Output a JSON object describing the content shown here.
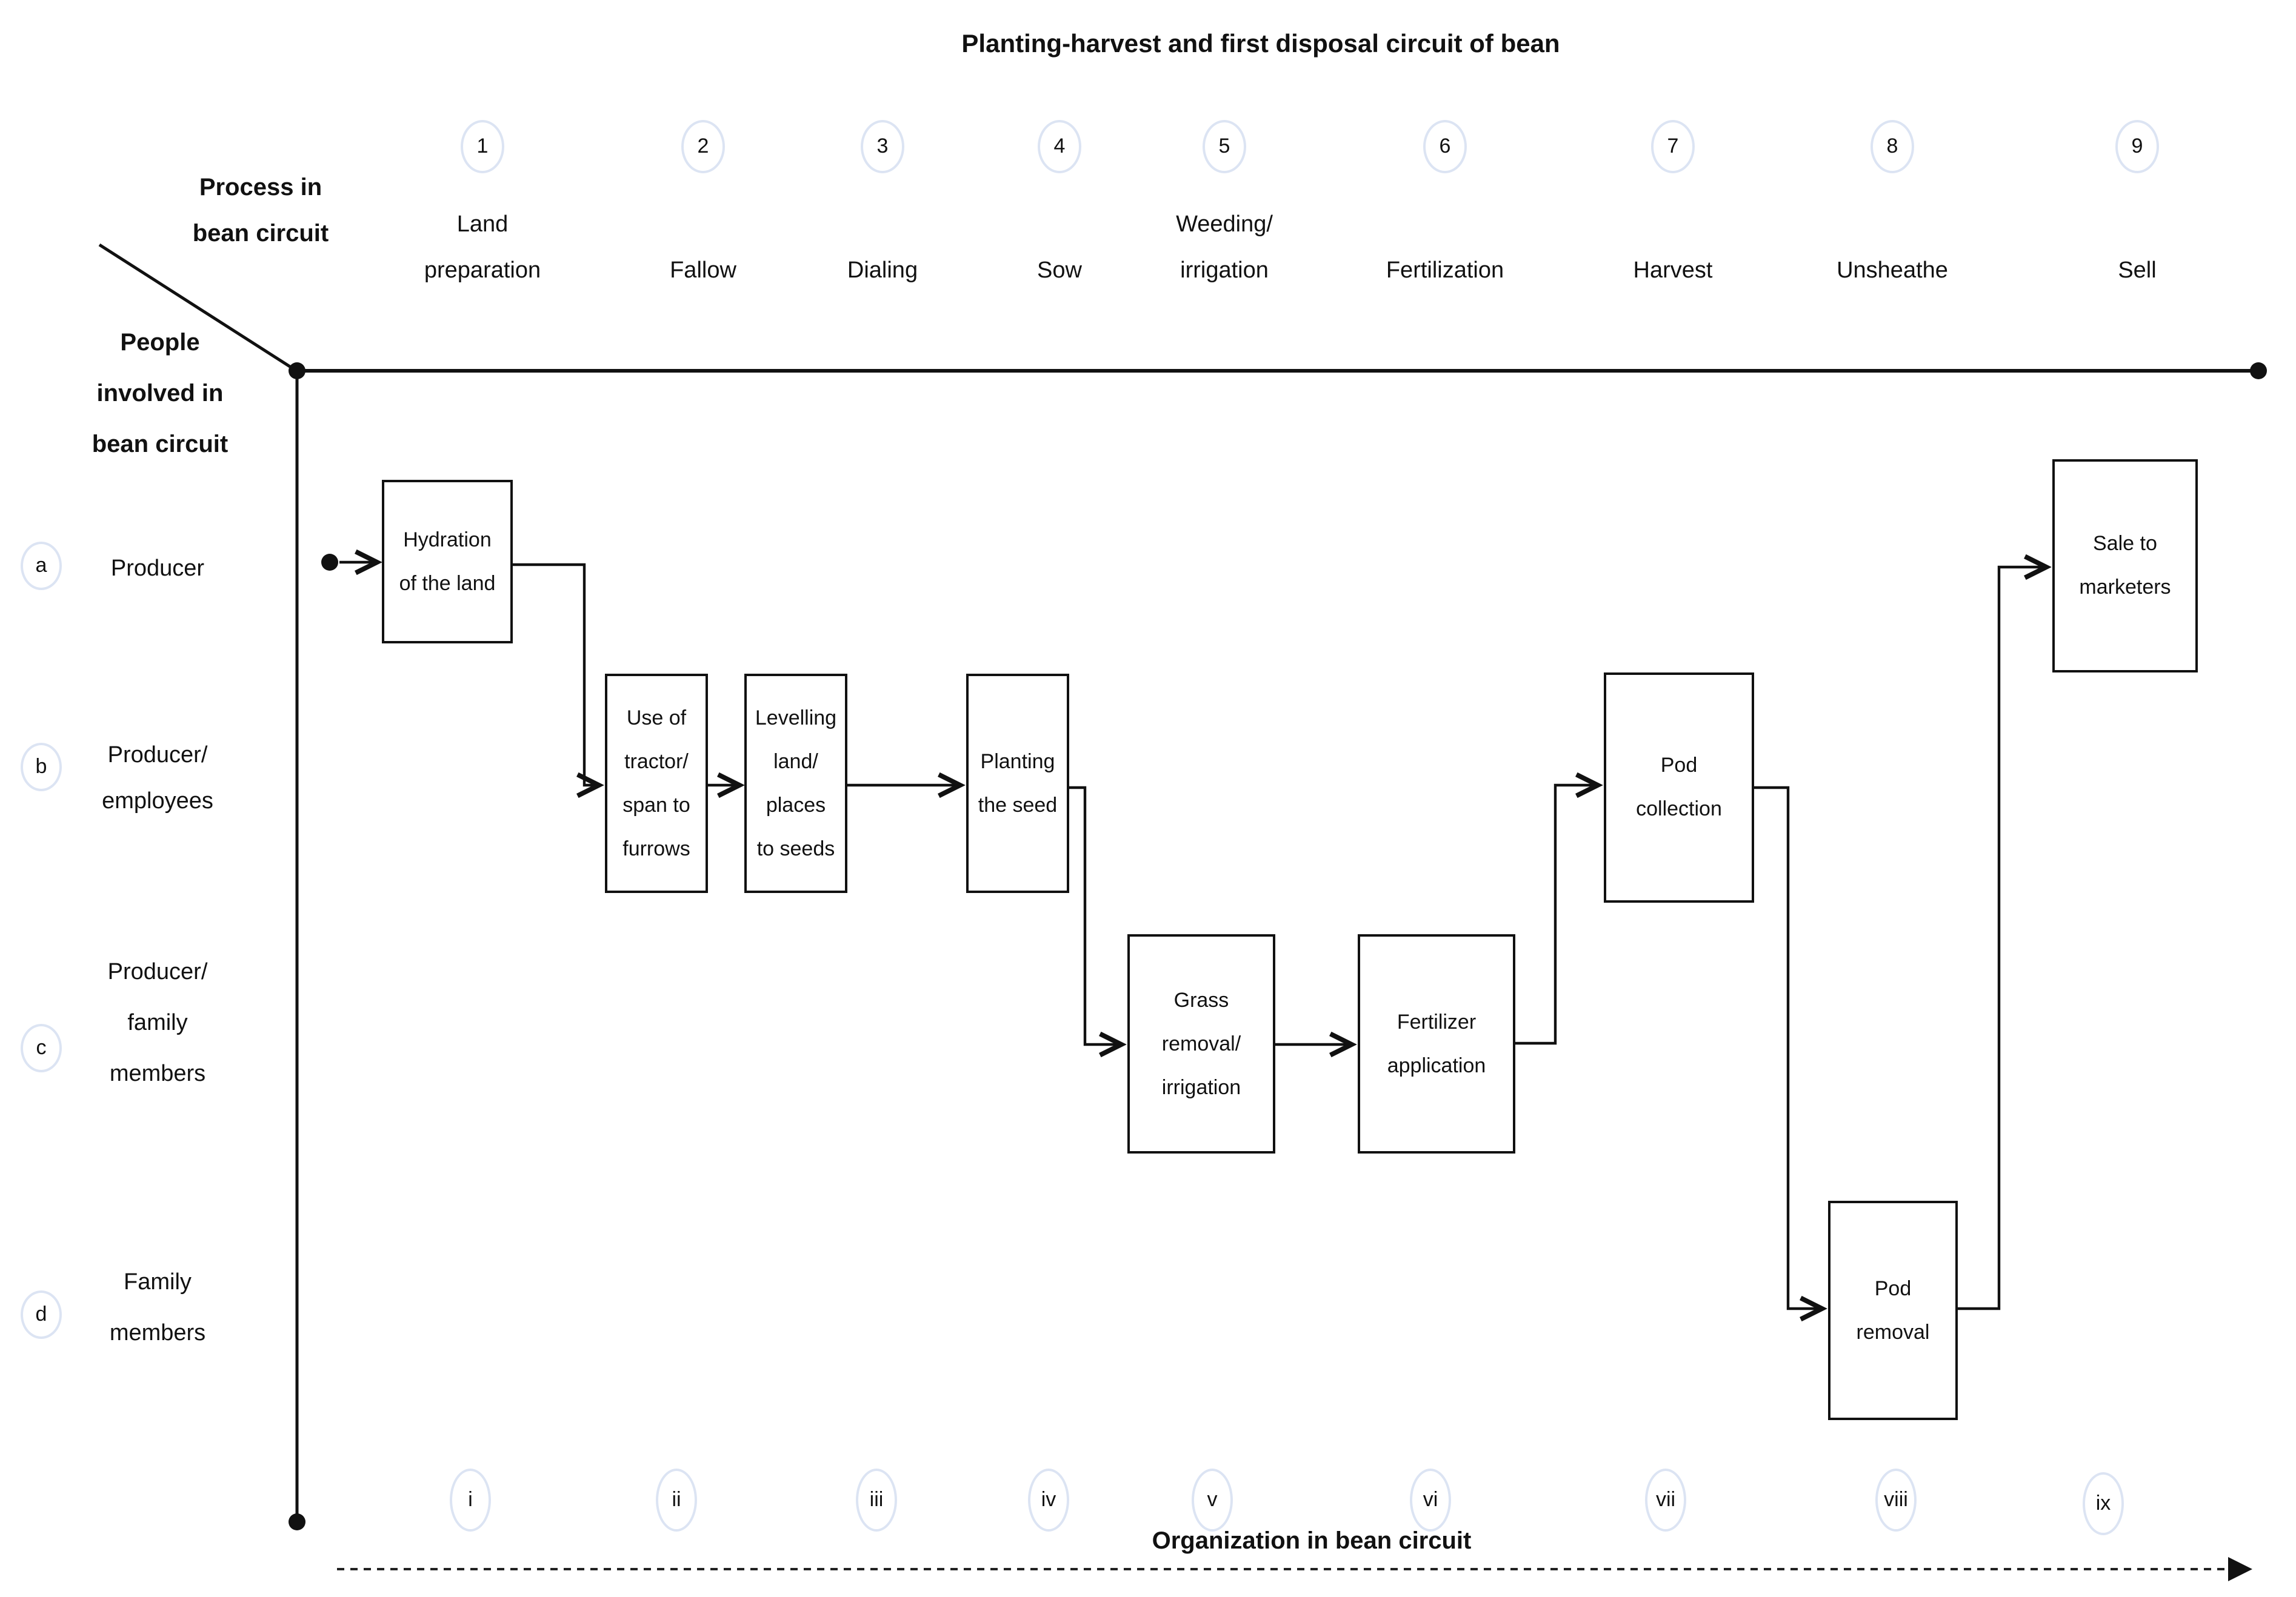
{
  "title": "Planting-harvest and first disposal circuit of bean",
  "axis_labels": {
    "process": "Process in\nbean circuit",
    "people": "People\ninvolved in\nbean circuit",
    "organization": "Organization in bean circuit"
  },
  "process_steps": [
    {
      "number": "1",
      "label": "Land\npreparation"
    },
    {
      "number": "2",
      "label": "Fallow"
    },
    {
      "number": "3",
      "label": "Dialing"
    },
    {
      "number": "4",
      "label": "Sow"
    },
    {
      "number": "5",
      "label": "Weeding/\nirrigation"
    },
    {
      "number": "6",
      "label": "Fertilization"
    },
    {
      "number": "7",
      "label": "Harvest"
    },
    {
      "number": "8",
      "label": "Unsheathe"
    },
    {
      "number": "9",
      "label": "Sell"
    }
  ],
  "people_rows": [
    {
      "letter": "a",
      "label": "Producer"
    },
    {
      "letter": "b",
      "label": "Producer/\nemployees"
    },
    {
      "letter": "c",
      "label": "Producer/\nfamily\nmembers"
    },
    {
      "letter": "d",
      "label": "Family\nmembers"
    }
  ],
  "flow_boxes": [
    {
      "label": "Hydration\nof the land"
    },
    {
      "label": "Use of\ntractor/\nspan to\nfurrows"
    },
    {
      "label": "Levelling\nland/\nplaces\nto seeds"
    },
    {
      "label": "Planting\nthe seed"
    },
    {
      "label": "Grass\nremoval/\nirrigation"
    },
    {
      "label": "Fertilizer\napplication"
    },
    {
      "label": "Pod\ncollection"
    },
    {
      "label": "Pod\nremoval"
    },
    {
      "label": "Sale to\nmarketers"
    }
  ],
  "organization_steps": [
    "i",
    "ii",
    "iii",
    "iv",
    "v",
    "vi",
    "vii",
    "viii",
    "ix"
  ],
  "colors": {
    "line": "#111111",
    "circle_border": "#dce4f3",
    "background": "#ffffff",
    "text": "#111111"
  }
}
